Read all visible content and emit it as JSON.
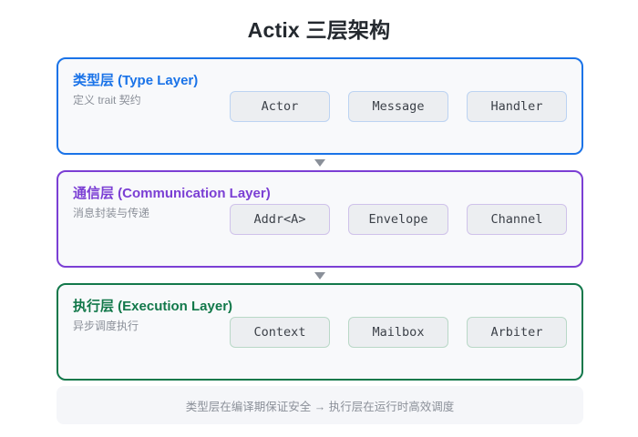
{
  "title": "Actix 三层架构",
  "colors": {
    "type_layer": "#1a73e8",
    "communication_layer": "#7b3fd4",
    "execution_layer": "#12784a",
    "chip_fill": "#eceef1",
    "layer_fill": "#f8f9fb",
    "footer_fill": "#f5f6f9",
    "muted_text": "#8b9099",
    "connector": "#8a9099"
  },
  "layers": [
    {
      "title": "类型层 (Type Layer)",
      "subtitle": "定义 trait 契约",
      "chips": [
        "Actor",
        "Message",
        "Handler"
      ]
    },
    {
      "title": "通信层 (Communication Layer)",
      "subtitle": "消息封装与传递",
      "chips": [
        "Addr<A>",
        "Envelope",
        "Channel"
      ]
    },
    {
      "title": "执行层 (Execution Layer)",
      "subtitle": "异步调度执行",
      "chips": [
        "Context",
        "Mailbox",
        "Arbiter"
      ]
    }
  ],
  "connectors": [
    "down-arrow-icon",
    "down-arrow-icon"
  ],
  "footer": {
    "note": "类型层在编译期保证安全 → 执行层在运行时高效调度"
  }
}
